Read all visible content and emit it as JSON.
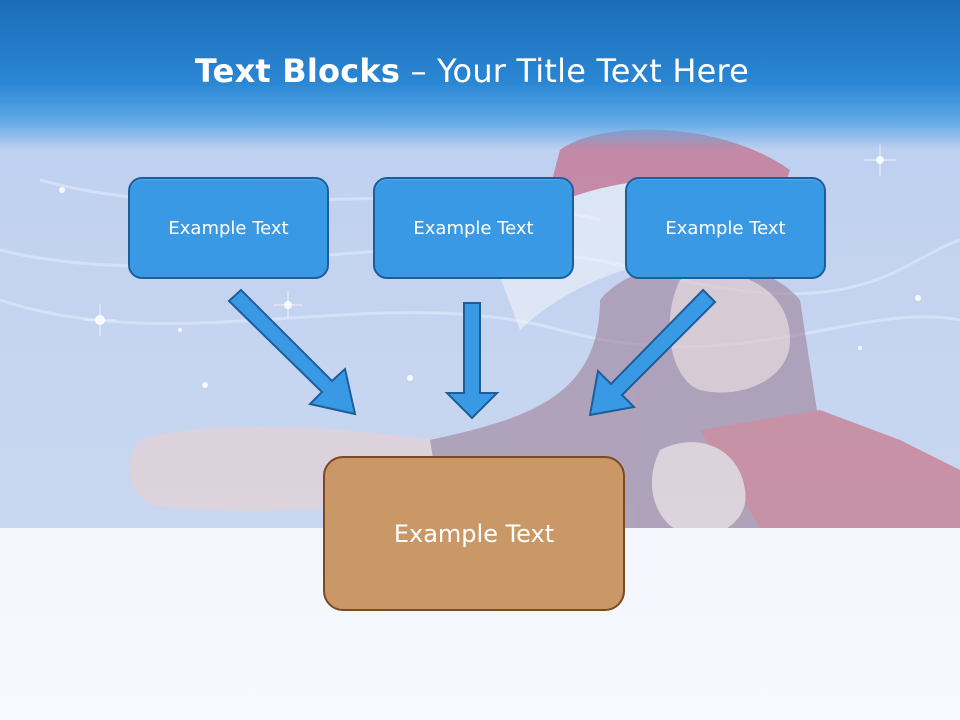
{
  "slide": {
    "title_bold": "Text Blocks",
    "title_rest": " – Your Title Text Here"
  },
  "diagram": {
    "top_boxes": [
      {
        "label": "Example Text"
      },
      {
        "label": "Example Text"
      },
      {
        "label": "Example Text"
      }
    ],
    "bottom_box": {
      "label": "Example Text"
    }
  },
  "colors": {
    "header": "#2a86d3",
    "box_blue": "#3a99e5",
    "box_blue_border": "#1d5d9a",
    "box_brown": "#c99866",
    "box_brown_border": "#7a4a22",
    "arrow": "#3a99e5"
  }
}
